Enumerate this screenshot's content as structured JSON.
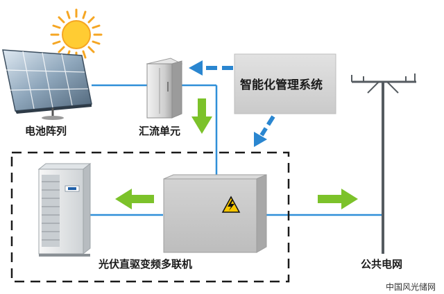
{
  "labels": {
    "pv_array": "电池阵列",
    "combiner": "汇流单元",
    "management": "智能化管理系统",
    "vrf_unit": "光伏直驱变频多联机",
    "grid": "公共电网"
  },
  "watermark": "中国风光储网",
  "icons": {
    "sun": "sun-icon",
    "warning": "high-voltage-icon"
  },
  "colors": {
    "wire": "#2f8fd8",
    "control_arrow": "#2a86d0",
    "power_arrow": "#7cc22a",
    "sun": "#f5a623"
  }
}
